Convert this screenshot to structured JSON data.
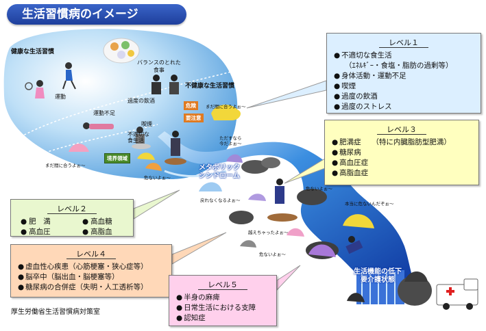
{
  "title": "生活習慣病のイメージ",
  "scene": {
    "healthy_label": "健康な生活習慣",
    "unhealthy_label": "不健康な生活習慣",
    "balanced_diet": [
      "バランスのとれた",
      "食事"
    ],
    "exercise": "運動",
    "excess_drinking": "過度の飲酒",
    "lack_of_exercise": "運動不足",
    "smoking": "喫煙",
    "improper_diet": [
      "不適切な",
      "食生活"
    ],
    "border_sign": "境界領域",
    "warning_signs": [
      "危険",
      "要注意"
    ],
    "metabolic": [
      "メタボリック",
      "シンドローム"
    ],
    "function_decline": [
      "生活機能の低下",
      "要介護状態"
    ],
    "speech": {
      "still_in_time_1": "まだ間に合うよぉ～",
      "still_in_time_2": "まだ間に合うよぉ～",
      "now_possible": [
        "ただすなら",
        "今だよぉ～"
      ],
      "dangerous_1": "危ないよぉ～",
      "cant_return": "戻れなくなるよぉ～",
      "crossed": "越えちゃったよぉ～",
      "dangerous_2": "危ないよぉ～",
      "dangerous_3": "危ないよぉ～",
      "really_dangerous": "本当に危ないんだぞぉ～"
    }
  },
  "levels": {
    "level1": {
      "heading": "レベル１",
      "items": [
        "不適切な食生活",
        "（ｴﾈﾙｷﾞｰ・食塩・脂肪の過剰等）",
        "身体活動・運動不足",
        "喫煙",
        "過度の飲酒",
        "過度のストレス"
      ]
    },
    "level2": {
      "heading": "レベル２",
      "items": [
        "肥　満",
        "高血糖",
        "高血圧",
        "高脂血"
      ]
    },
    "level3": {
      "heading": "レベル３",
      "items": [
        "肥満症　　（特に内臓脂肪型肥満）",
        "糖尿病",
        "高血圧症",
        "高脂血症"
      ]
    },
    "level4": {
      "heading": "レベル４",
      "items": [
        "虚血性心疾患（心筋梗塞・狭心症等）",
        "脳卒中（脳出血・脳梗塞等）",
        "糖尿病の合併症（失明・人工透析等）"
      ]
    },
    "level5": {
      "heading": "レベル５",
      "items": [
        "半身の麻痺",
        "日常生活における支障",
        "認知症"
      ]
    }
  },
  "source": "厚生労働省生活習慣病対策室",
  "colors": {
    "title_bg": "#2a50b4",
    "sky_blue": "#7fbce8",
    "river_blue": "#1a56c8",
    "level1_bg": "#dcefff",
    "level2_bg": "#e9f7cf",
    "level3_bg": "#ffffbf",
    "level4_bg": "#ffd8b8",
    "level5_bg": "#ffd0ec"
  }
}
